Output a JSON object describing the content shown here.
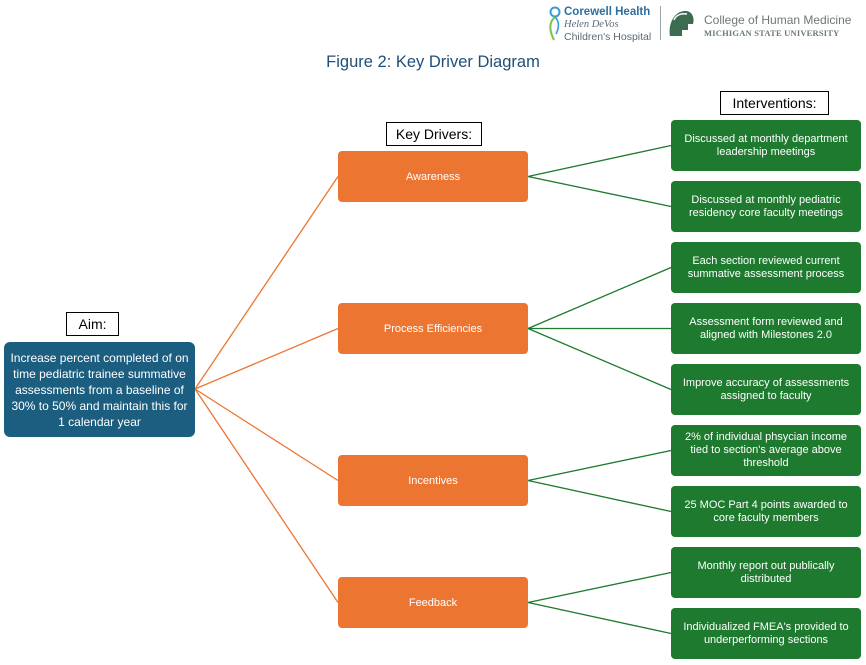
{
  "header": {
    "logo_left": {
      "name": "Corewell Health",
      "line1": "Helen DeVos",
      "line2": "Children's Hospital"
    },
    "logo_right": {
      "line1": "College of Human Medicine",
      "line2": "MICHIGAN STATE UNIVERSITY"
    }
  },
  "title": "Figure 2: Key Driver Diagram",
  "labels": {
    "aim": "Aim:",
    "drivers": "Key Drivers:",
    "interventions": "Interventions:"
  },
  "aim": {
    "text": "Increase percent completed of on time pediatric trainee summative assessments from a baseline of 30% to 50% and maintain this for 1 calendar year"
  },
  "drivers": [
    {
      "label": "Awareness"
    },
    {
      "label": "Process Efficiencies"
    },
    {
      "label": "Incentives"
    },
    {
      "label": "Feedback"
    }
  ],
  "interventions": [
    {
      "text": "Discussed at monthly department leadership meetings",
      "driver": 0
    },
    {
      "text": "Discussed at monthly pediatric residency core faculty meetings",
      "driver": 0
    },
    {
      "text": "Each section reviewed current summative assessment process",
      "driver": 1
    },
    {
      "text": "Assessment form reviewed and aligned with Milestones 2.0",
      "driver": 1
    },
    {
      "text": "Improve accuracy of assessments assigned to faculty",
      "driver": 1
    },
    {
      "text": "2% of individual phsycian income tied to section's average above threshold",
      "driver": 2
    },
    {
      "text": "25 MOC Part 4 points awarded to core faculty members",
      "driver": 2
    },
    {
      "text": "Monthly report out publically distributed",
      "driver": 3
    },
    {
      "text": "Individualized FMEA's provided to underperforming sections",
      "driver": 3
    }
  ],
  "colors": {
    "aim": "#1b5e80",
    "driver": "#ed7532",
    "intervention": "#1e7a2e",
    "title": "#1f4e79"
  }
}
